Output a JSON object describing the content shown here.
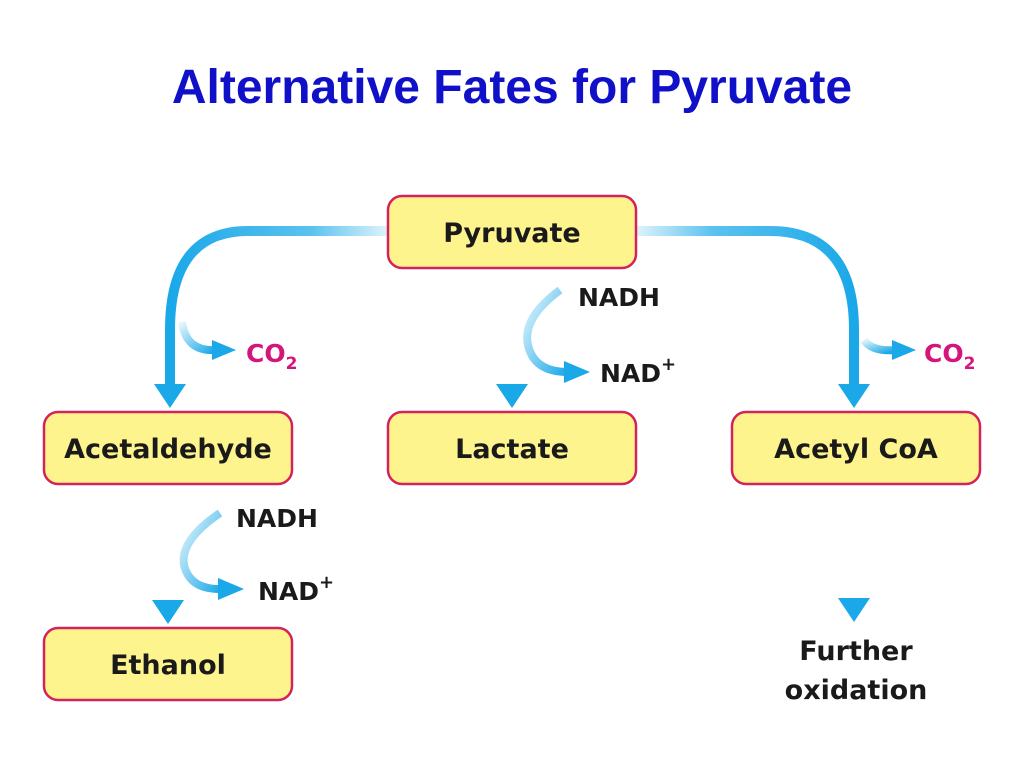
{
  "title": "Alternative Fates for Pyruvate",
  "colors": {
    "title": "#1010c8",
    "box_fill": "#fef48e",
    "box_stroke": "#d6215c",
    "arrow": "#1aa8e8",
    "co2": "#d4157a"
  },
  "nodes": {
    "pyruvate": "Pyruvate",
    "acetaldehyde": "Acetaldehyde",
    "lactate": "Lactate",
    "acetyl_coa": "Acetyl CoA",
    "ethanol": "Ethanol",
    "further_1": "Further",
    "further_2": "oxidation"
  },
  "cofactors": {
    "nadh": "NADH",
    "nad": "NAD",
    "nad_sup": "+",
    "co2_base": "CO",
    "co2_sub": "2"
  }
}
